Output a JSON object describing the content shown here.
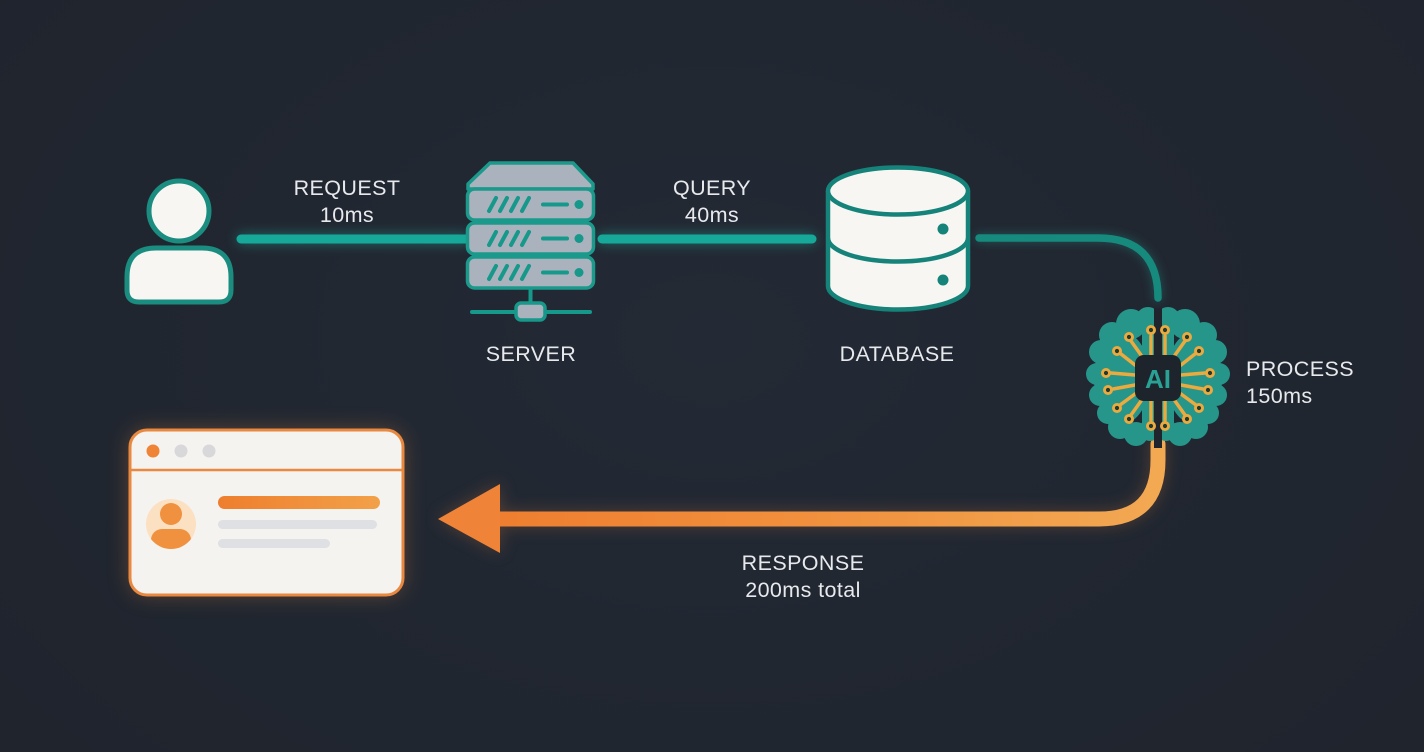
{
  "diagram": {
    "description": "request-response latency flow diagram",
    "nodes": {
      "user": {
        "icon": "person-icon"
      },
      "server": {
        "label": "SERVER",
        "icon": "server-rack-icon"
      },
      "database": {
        "label": "DATABASE",
        "icon": "database-cylinder-icon"
      },
      "ai": {
        "chip_label": "AI",
        "icon": "ai-brain-circuit-icon"
      },
      "browser": {
        "icon": "browser-window-icon"
      }
    },
    "edges": {
      "request": {
        "label": "REQUEST",
        "latency": "10ms"
      },
      "query": {
        "label": "QUERY",
        "latency": "40ms"
      },
      "process": {
        "label": "PROCESS",
        "latency": "150ms"
      },
      "response": {
        "label": "RESPONSE",
        "latency": "200ms total"
      }
    },
    "colors": {
      "background": "#1f242d",
      "teal_line": "#16a99a",
      "teal_stroke": "#16877b",
      "brain_teal": "#26968b",
      "circuit_gold": "#ecaa3e",
      "orange": "#f0853c",
      "orange_light": "#f3a451",
      "icon_white": "#f7f6f3",
      "server_gray": "#aab3bd",
      "label_text": "#e7e9ec"
    }
  }
}
